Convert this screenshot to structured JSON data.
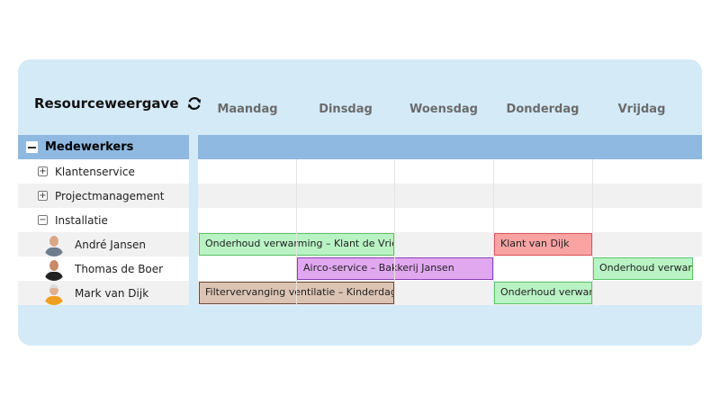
{
  "header": {
    "title": "Resourceweergave",
    "refresh_icon": "refresh-icon"
  },
  "days": [
    "Maandag",
    "Dinsdag",
    "Woensdag",
    "Donderdag",
    "Vrijdag"
  ],
  "group": {
    "label": "Medewerkers"
  },
  "departments": [
    {
      "label": "Klantenservice",
      "expanded": false
    },
    {
      "label": "Projectmanagement",
      "expanded": false
    },
    {
      "label": "Installatie",
      "expanded": true
    }
  ],
  "employees": [
    {
      "name": "André Jansen"
    },
    {
      "name": "Thomas de Boer"
    },
    {
      "name": "Mark van Dijk"
    }
  ],
  "events": [
    {
      "employee": 0,
      "text": "Onderhoud verwarming – Klant de Vries",
      "start_day": "Maandag",
      "end_day": "Dinsdag",
      "color": "#b9f3c4",
      "border": "#5cc46a"
    },
    {
      "employee": 0,
      "text": "Klant van Dijk",
      "start_day": "Donderdag",
      "end_day": "Donderdag",
      "color": "#f9a3a3",
      "border": "#e05555"
    },
    {
      "employee": 1,
      "text": "Airco-service – Bakkerij Jansen",
      "start_day": "Dinsdag",
      "end_day": "Woensdag",
      "color": "#e1a8ef",
      "border": "#8a3fb0"
    },
    {
      "employee": 1,
      "text": "Onderhoud verwarm",
      "start_day": "Vrijdag",
      "end_day": "Vrijdag",
      "color": "#b9f3c4",
      "border": "#5cc46a"
    },
    {
      "employee": 2,
      "text": "Filtervervanging ventilatie – Kinderdagverb",
      "start_day": "Maandag",
      "end_day": "Dinsdag",
      "color": "#dcc4b4",
      "border": "#6a4a3a"
    },
    {
      "employee": 2,
      "text": "Onderhoud verwarm",
      "start_day": "Donderdag",
      "end_day": "Donderdag",
      "color": "#b9f3c4",
      "border": "#5cc46a"
    }
  ]
}
